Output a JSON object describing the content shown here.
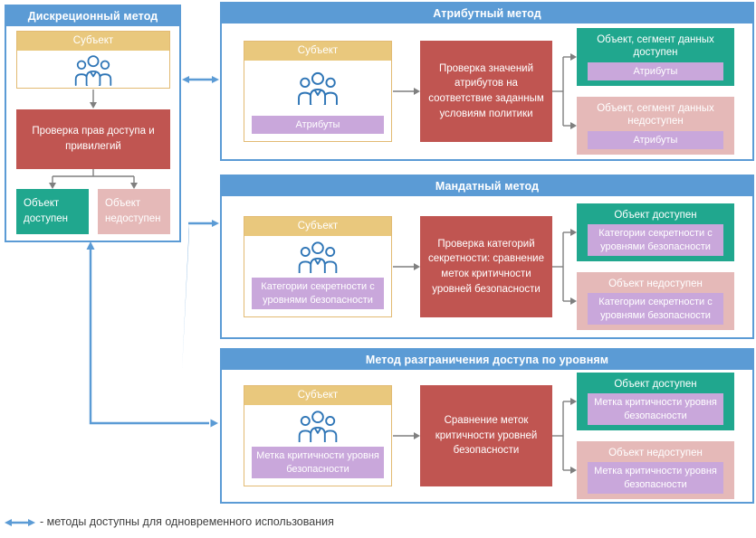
{
  "colors": {
    "header_blue": "#5B9BD5",
    "tan": "#E9C87D",
    "red": "#C05551",
    "green": "#20A78E",
    "pink": "#E5B9B8",
    "purple": "#C9A7DB",
    "icon_blue": "#2E75B6",
    "connector_gray": "#7F7F7F"
  },
  "icons": {
    "subject": "people-group-icon"
  },
  "discretionary": {
    "title": "Дискреционный метод",
    "subject_title": "Субъект",
    "check": "Проверка прав доступа и привилегий",
    "granted": "Объект доступен",
    "denied": "Объект недоступен"
  },
  "panels": [
    {
      "title": "Атрибутный метод",
      "subject_title": "Субъект",
      "subject_label": "Атрибуты",
      "check": "Проверка значений атрибутов на соответствие заданным условиям политики",
      "granted_title": "Объект, сегмент данных доступен",
      "granted_label": "Атрибуты",
      "denied_title": "Объект, сегмент данных недоступен",
      "denied_label": "Атрибуты"
    },
    {
      "title": "Мандатный метод",
      "subject_title": "Субъект",
      "subject_label": "Категории секретности с уровнями безопасности",
      "check": "Проверка категорий секретности: сравнение меток критичности уровней безопасности",
      "granted_title": "Объект доступен",
      "granted_label": "Категории секретности с уровнями безопасности",
      "denied_title": "Объект недоступен",
      "denied_label": "Категории секретности с уровнями безопасности"
    },
    {
      "title": "Метод разграничения доступа по уровням",
      "subject_title": "Субъект",
      "subject_label": "Метка критичности уровня безопасности",
      "check": "Сравнение меток критичности уровней безопасности",
      "granted_title": "Объект доступен",
      "granted_label": "Метка критичности уровня безопасности",
      "denied_title": "Объект недоступен",
      "denied_label": "Метка критичности уровня безопасности"
    }
  ],
  "legend": {
    "text": "- методы доступны для одновременного использования"
  }
}
